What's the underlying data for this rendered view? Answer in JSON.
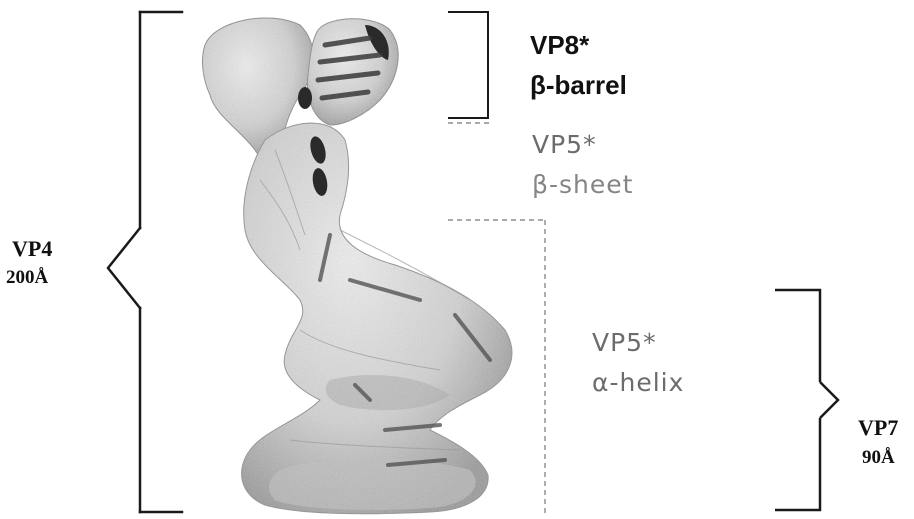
{
  "labels": {
    "vp4": {
      "name": "VP4",
      "size": "200Å"
    },
    "vp7": {
      "name": "VP7",
      "size": "90Å"
    },
    "vp8": {
      "name": "VP8*",
      "fold": "β-barrel"
    },
    "vp5_sheet": {
      "name": "VP5*",
      "fold": "β-sheet"
    },
    "vp5_helix": {
      "name": "VP5*",
      "fold": "α-helix"
    }
  },
  "colors": {
    "bracket": "#1a1a1a",
    "protein_surface": "#d9d9d9",
    "protein_shadow": "#8a8a8a",
    "dark_patch": "#2a2a2a",
    "dashed_line": "#777777"
  }
}
